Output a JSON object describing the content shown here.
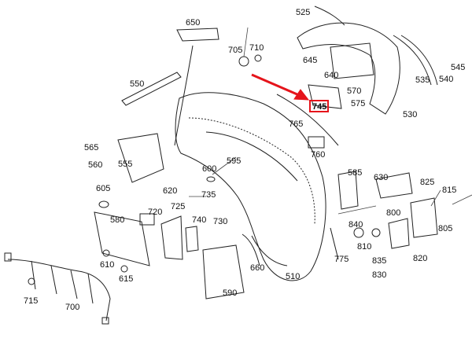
{
  "diagram": {
    "highlight_color": "#e5141b",
    "highlighted_part": "745",
    "parts": [
      {
        "number": "525"
      },
      {
        "number": "650"
      },
      {
        "number": "705"
      },
      {
        "number": "710"
      },
      {
        "number": "645"
      },
      {
        "number": "545"
      },
      {
        "number": "550"
      },
      {
        "number": "640"
      },
      {
        "number": "540"
      },
      {
        "number": "535"
      },
      {
        "number": "570"
      },
      {
        "number": "575"
      },
      {
        "number": "530"
      },
      {
        "number": "765"
      },
      {
        "number": "565"
      },
      {
        "number": "555"
      },
      {
        "number": "560"
      },
      {
        "number": "760"
      },
      {
        "number": "595"
      },
      {
        "number": "600"
      },
      {
        "number": "585"
      },
      {
        "number": "630"
      },
      {
        "number": "825"
      },
      {
        "number": "605"
      },
      {
        "number": "620"
      },
      {
        "number": "735"
      },
      {
        "number": "815"
      },
      {
        "number": "720"
      },
      {
        "number": "725"
      },
      {
        "number": "580"
      },
      {
        "number": "740"
      },
      {
        "number": "730"
      },
      {
        "number": "800"
      },
      {
        "number": "840"
      },
      {
        "number": "805"
      },
      {
        "number": "810"
      },
      {
        "number": "775"
      },
      {
        "number": "820"
      },
      {
        "number": "610"
      },
      {
        "number": "660"
      },
      {
        "number": "835"
      },
      {
        "number": "510"
      },
      {
        "number": "615"
      },
      {
        "number": "830"
      },
      {
        "number": "590"
      },
      {
        "number": "715"
      },
      {
        "number": "700"
      }
    ]
  }
}
